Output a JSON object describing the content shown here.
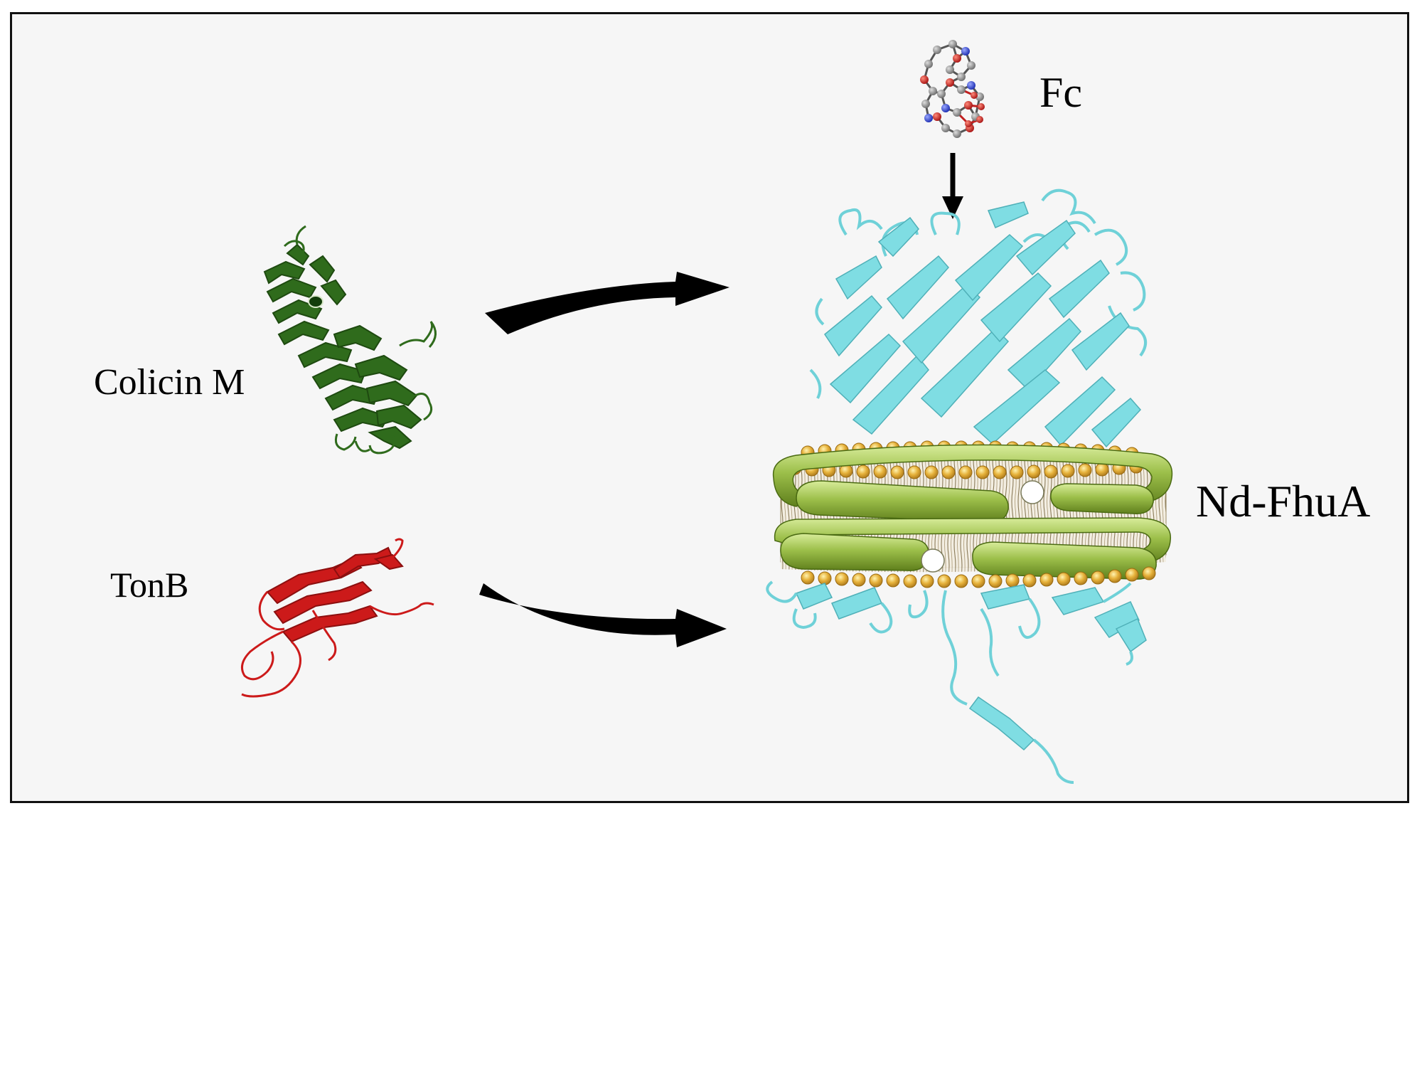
{
  "labels": {
    "fc": "Fc",
    "colicin": "Colicin M",
    "tonb": "TonB",
    "ndfhua": "Nd-FhuA"
  },
  "colors": {
    "panel_background": "#f6f6f6",
    "panel_border": "#111111",
    "fhua_protein": "#7fdde3",
    "colicin_protein": "#2f6b1c",
    "tonb_protein": "#cc1a1a",
    "nanodisc_belt": "#9cbf4a",
    "lipid_heads": "#e6b13a",
    "lipid_tails": "#f3eee2",
    "arrows": "#000000"
  },
  "icons": [
    "ferrichrome-molecule-icon",
    "colicin-m-structure",
    "tonb-structure",
    "nd-fhua-structure"
  ]
}
